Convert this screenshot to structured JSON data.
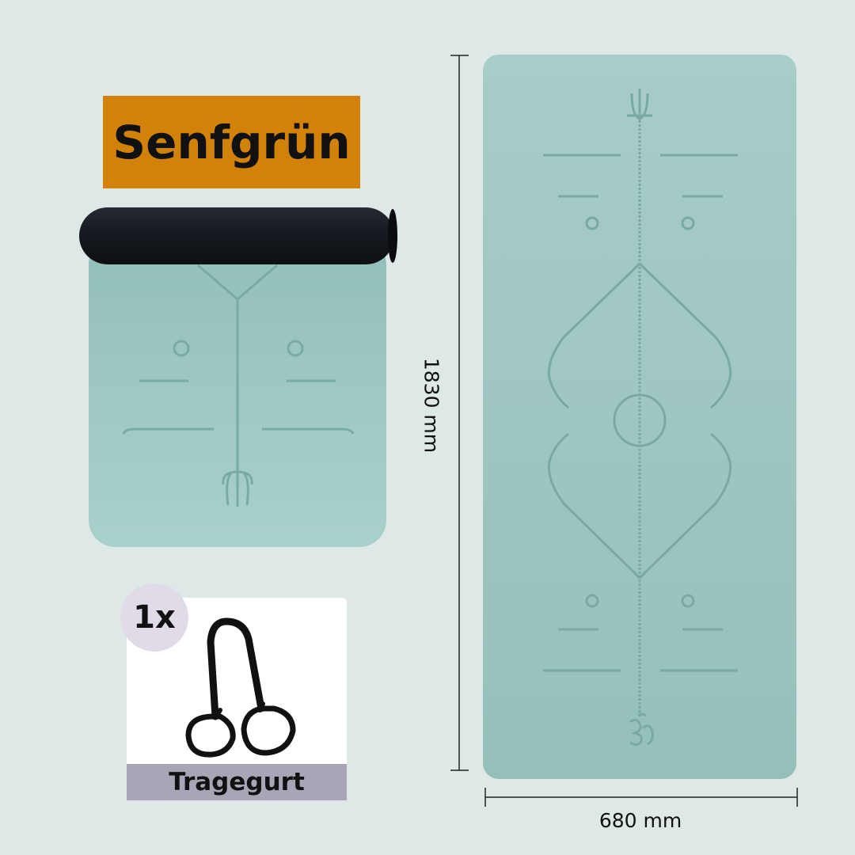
{
  "color_label": "Senfgrün",
  "dimensions": {
    "length": "1830 mm",
    "width": "680 mm"
  },
  "accessory": {
    "quantity": "1x",
    "name": "Tragegurt"
  },
  "colors": {
    "background": "#dde8e7",
    "mat": "#9fc6c1",
    "mat_line": "#7aa9a3",
    "roll": "#1b1e26",
    "label_bg": "#d38209",
    "badge_bg": "#e1dbe8",
    "caption_bg": "#a9a4b6"
  }
}
